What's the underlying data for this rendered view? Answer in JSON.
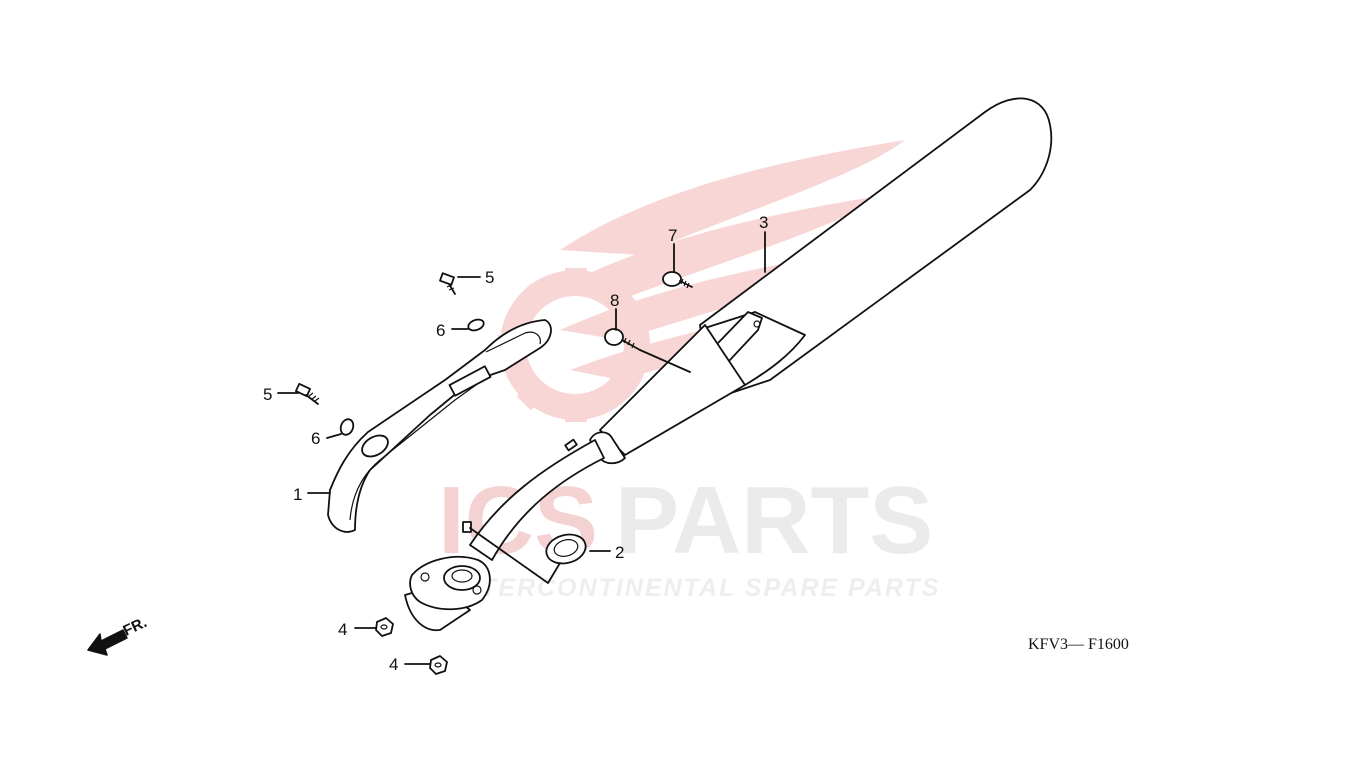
{
  "diagram": {
    "code": "KFV3— F1600",
    "direction_label": "FR."
  },
  "callouts": [
    {
      "id": "1",
      "label": "1"
    },
    {
      "id": "2",
      "label": "2"
    },
    {
      "id": "3",
      "label": "3"
    },
    {
      "id": "4a",
      "label": "4"
    },
    {
      "id": "4b",
      "label": "4"
    },
    {
      "id": "5a",
      "label": "5"
    },
    {
      "id": "5b",
      "label": "5"
    },
    {
      "id": "6a",
      "label": "6"
    },
    {
      "id": "6b",
      "label": "6"
    },
    {
      "id": "7",
      "label": "7"
    },
    {
      "id": "8",
      "label": "8"
    }
  ],
  "watermark": {
    "brand_left": "ICS",
    "brand_right": "PARTS",
    "tagline": "INTERCONTINENTAL SPARE PARTS",
    "accent_color": "#e8a0a0",
    "gray_color": "#dcdcdc"
  },
  "icons": [
    "front-direction-arrow-icon",
    "ics-wing-logo-icon"
  ]
}
